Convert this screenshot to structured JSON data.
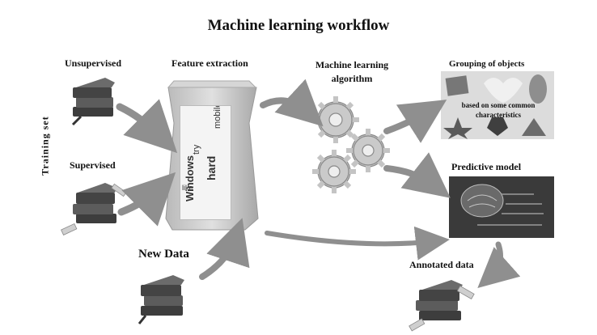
{
  "diagram": {
    "title": "Machine learning workflow",
    "labels": {
      "unsupervised": "Unsupervised",
      "feature_extraction": "Feature extraction",
      "ml_algorithm": "Machine learning algorithm",
      "grouping": "Grouping of objects",
      "grouping_desc": "based on some common characteristics",
      "supervised": "Supervised",
      "predictive_model": "Predictive model",
      "new_data": "New Data",
      "annotated_data": "Annotated data",
      "training_set": "Training set"
    },
    "bag_words": [
      "try",
      "hard",
      "Windows",
      "mobile",
      "like"
    ],
    "colors": {
      "arrow": "#8f8f8f",
      "book": "#555555",
      "gear": "#bdbdbd",
      "bag": "#c8c8c8"
    }
  }
}
